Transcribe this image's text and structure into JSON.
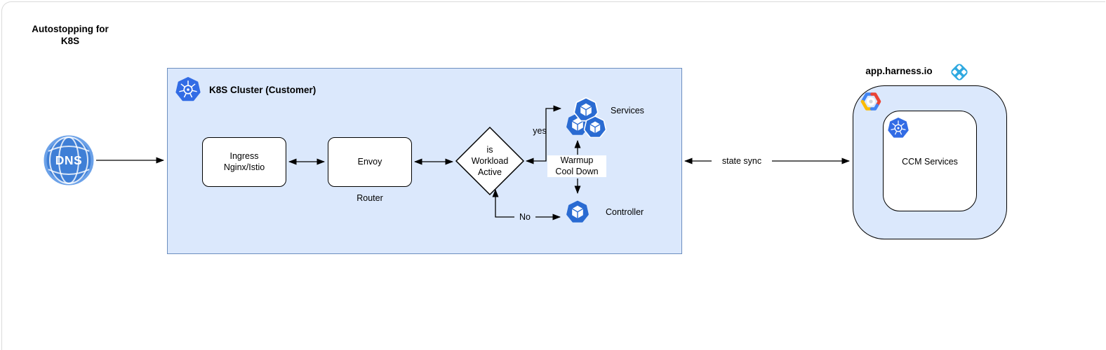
{
  "diagram": {
    "title": "Autostopping for\nK8S",
    "nodes": {
      "dns": {
        "label": "DNS"
      },
      "cluster": {
        "title": "K8S Cluster (Customer)"
      },
      "ingress": {
        "label": "Ingress\nNginx/Istio"
      },
      "envoy": {
        "label": "Envoy",
        "caption": "Router"
      },
      "decision": {
        "label": "is\nWorkload\nActive"
      },
      "services": {
        "label": "Services"
      },
      "controller": {
        "label": "Controller"
      },
      "harness": {
        "title": "app.harness.io",
        "ccm_label": "CCM Services"
      }
    },
    "edges": {
      "yes": "yes",
      "no": "No",
      "warmup": "Warmup\nCool Down",
      "state_sync": "state sync"
    },
    "icons": {
      "kubernetes": "kubernetes-wheel-icon",
      "dns_globe": "globe-icon",
      "workload_cube": "cube-icon",
      "google_cloud": "google-cloud-hexagon-icon",
      "harness_logo": "harness-diamond-icon"
    },
    "colors": {
      "cluster_fill": "#dbe8fc",
      "cluster_stroke": "#6c8ebf",
      "kubernetes_blue": "#326ce5",
      "cube_blue": "#2a6bd2",
      "dns_blue": "#3f7fd6",
      "harness_cyan": "#2fa9e0",
      "gcp_blue": "#4285f4",
      "gcp_red": "#ea4335",
      "gcp_yellow": "#fbbc05"
    }
  }
}
